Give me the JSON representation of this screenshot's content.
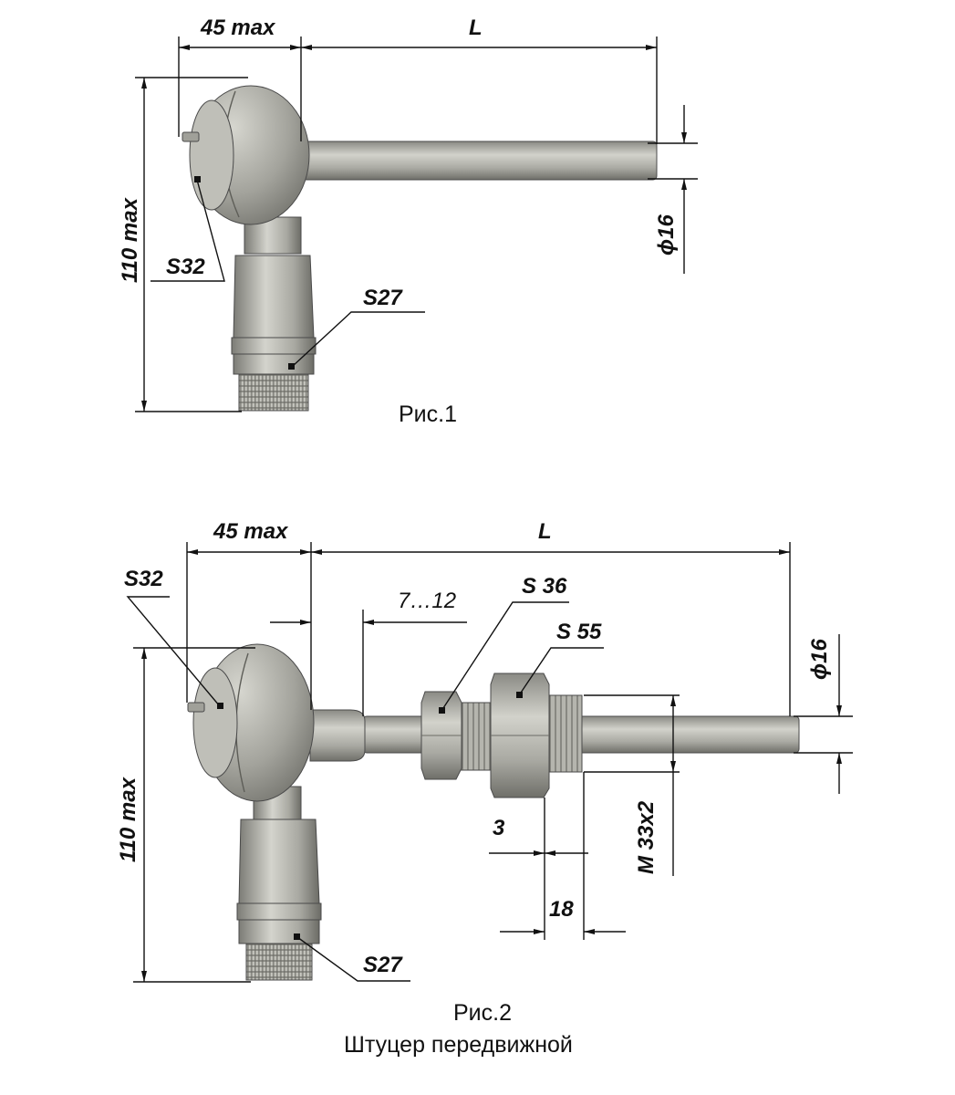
{
  "figure1": {
    "caption": "Рис.1",
    "dims": {
      "head_width": "45 max",
      "length": "L",
      "height": "110 max",
      "diameter": "ϕ16",
      "head_wrench": "S32",
      "gland_wrench": "S27"
    }
  },
  "figure2": {
    "caption": "Рис.2",
    "subcaption": "Штуцер передвижной",
    "dims": {
      "head_width": "45 max",
      "length": "L",
      "height": "110 max",
      "diameter": "ϕ16",
      "head_wrench": "S32",
      "gland_wrench": "S27",
      "offset": "7…12",
      "nut_wrench": "S 36",
      "fitting_wrench": "S 55",
      "gap": "3",
      "thread_length": "18",
      "thread": "M   33x2"
    }
  },
  "colors": {
    "metal_light": "#c9c9c2",
    "metal_mid": "#9e9e97",
    "metal_dark": "#6f6f69",
    "line": "#111111"
  }
}
